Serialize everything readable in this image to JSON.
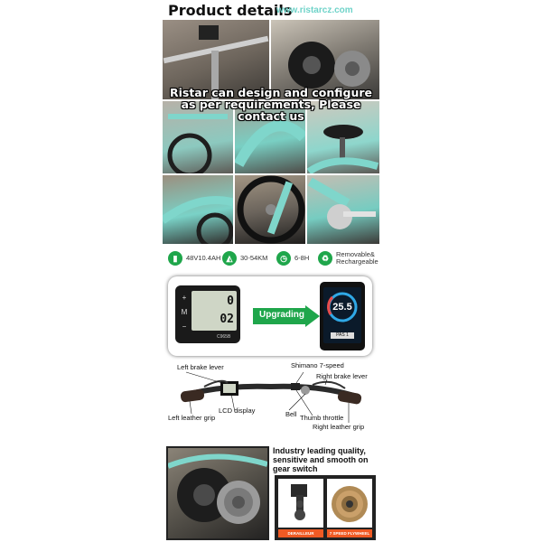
{
  "header": {
    "title": "Product details",
    "url": "www.ristarcz.com"
  },
  "overlay_text": "Ristar can design and configure as per requirements, Please contact us",
  "specs": [
    {
      "icon": "battery-icon",
      "label": "48V10.4AH"
    },
    {
      "icon": "range-icon",
      "label": "30-54KM"
    },
    {
      "icon": "clock-icon",
      "label": "6-8H"
    },
    {
      "icon": "recycle-icon",
      "label": "Removable& Rechargeable"
    }
  ],
  "upgrade": {
    "arrow_label": "Upgrading",
    "old_display": {
      "value_top": "0",
      "value_bottom": "02",
      "model": "C965B",
      "btn_plus": "+",
      "btn_m": "M",
      "btn_minus": "−"
    },
    "new_display": {
      "speed": "25.5",
      "pas": "PAS 1"
    }
  },
  "handlebar": {
    "labels": {
      "left_brake": "Left brake lever",
      "shimano": "Shimano 7-speed",
      "right_brake": "Right brake lever",
      "lcd": "LCD display",
      "left_grip": "Left leather grip",
      "bell": "Bell",
      "thumb": "Thumb throttle",
      "right_grip": "Right leather grip"
    }
  },
  "quality_text": "Industry leading quality, sensitive and smooth on gear switch",
  "parts": {
    "caption_1": "DERAILLEUR",
    "caption_2": "7 SPEED FLYWHEEL"
  },
  "colors": {
    "accent": "#6fd3c9",
    "green": "#1fa64b",
    "orange": "#ef5a24"
  }
}
